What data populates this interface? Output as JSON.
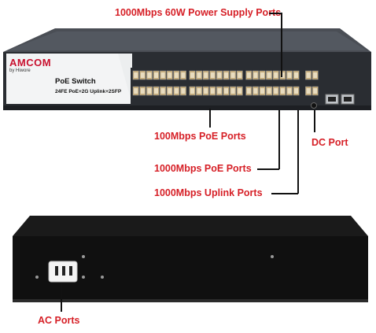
{
  "callouts": {
    "power_supply_ports": "1000Mbps 60W Power Supply Ports",
    "poe_100": "100Mbps PoE Ports",
    "dc_port": "DC Port",
    "poe_1000": "1000Mbps PoE Ports",
    "uplink_1000": "1000Mbps Uplink Ports",
    "ac_ports": "AC Ports"
  },
  "device": {
    "brand": "AMCOM",
    "brand_sub": "by Hiwore",
    "model": "PoE Switch",
    "spec": "24FE PoE+2G Uplink+2SFP"
  },
  "colors": {
    "callout_red": "#d61f26",
    "brand_red": "#c8102e",
    "chassis": "#2e3136",
    "rear_panel": "#111111"
  }
}
